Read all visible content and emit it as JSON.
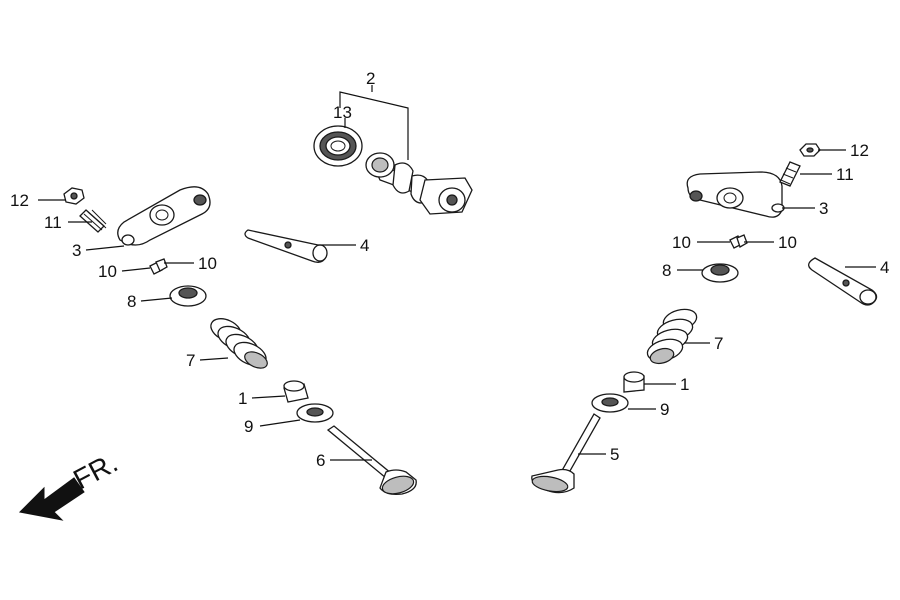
{
  "diagram": {
    "direction_label": "FR.",
    "callouts": {
      "c1_left": "1",
      "c1_right": "1",
      "c2": "2",
      "c3_left": "3",
      "c3_right": "3",
      "c4_left": "4",
      "c4_right": "4",
      "c5": "5",
      "c6": "6",
      "c7_left": "7",
      "c7_right": "7",
      "c8_left": "8",
      "c8_right": "8",
      "c9_left": "9",
      "c9_right": "9",
      "c10_left_a": "10",
      "c10_left_b": "10",
      "c10_right_a": "10",
      "c10_right_b": "10",
      "c11_left": "11",
      "c11_right": "11",
      "c12_left": "12",
      "c12_right": "12",
      "c13": "13"
    }
  }
}
